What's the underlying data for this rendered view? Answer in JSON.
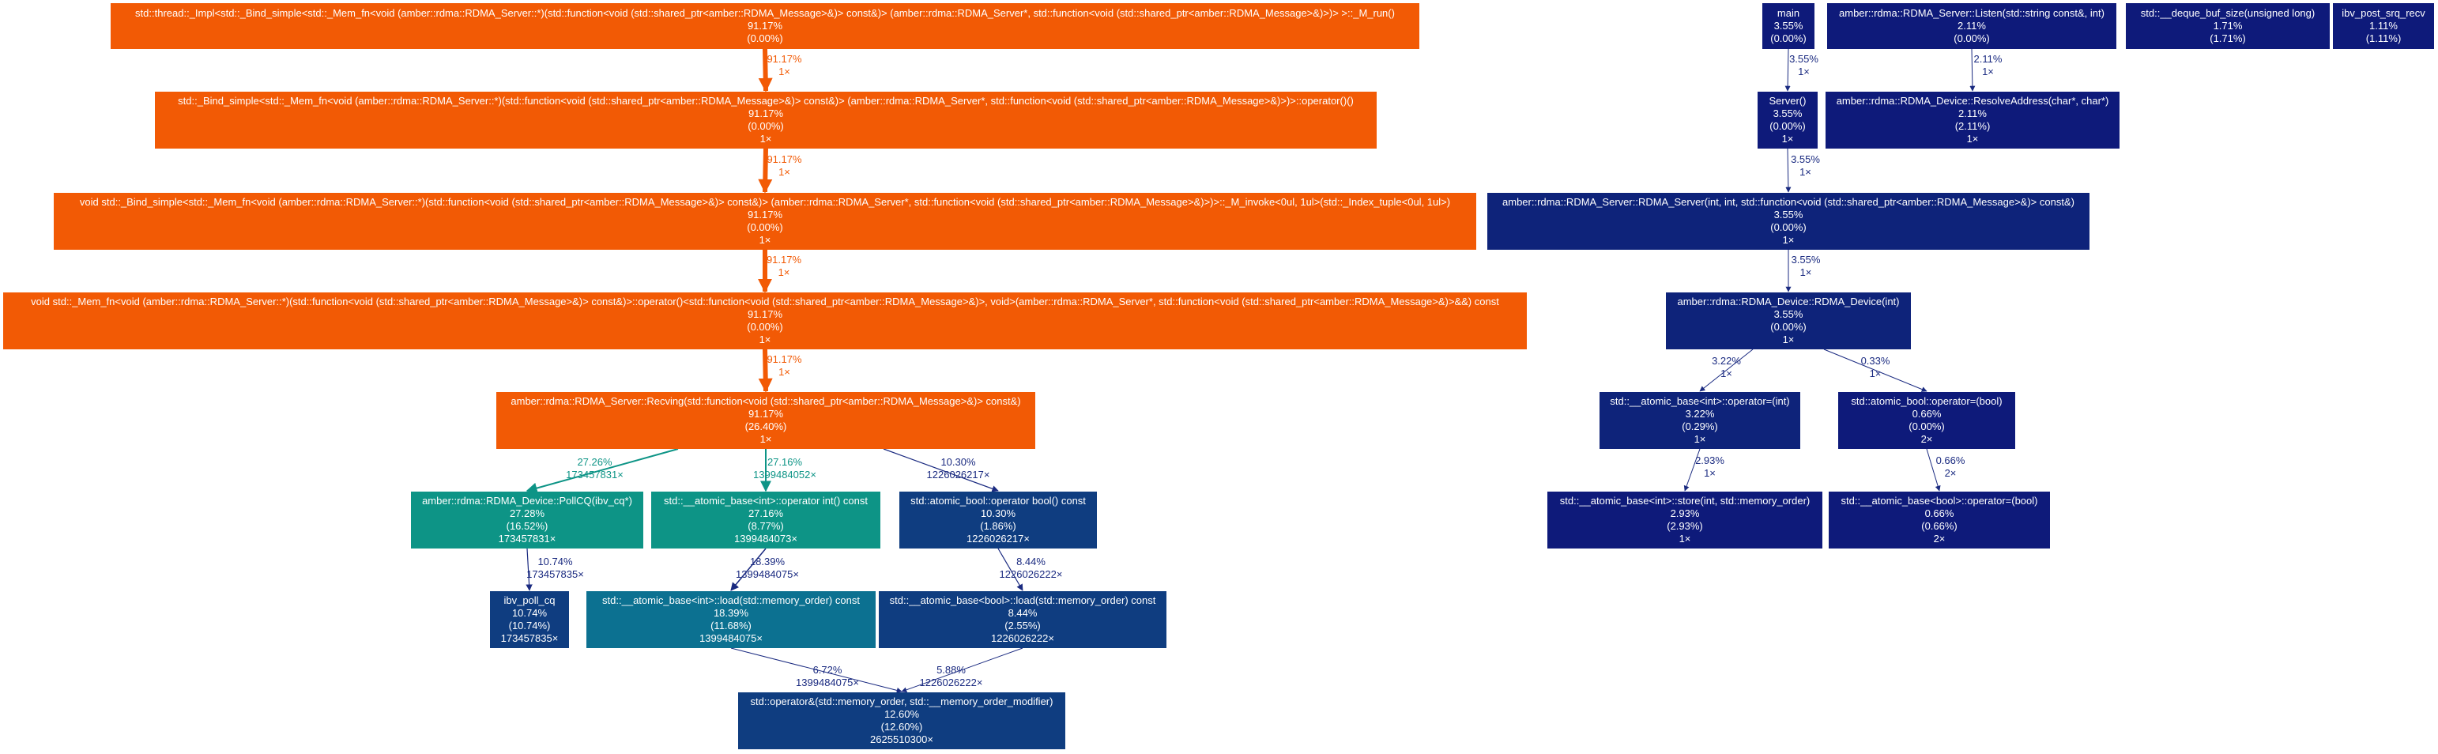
{
  "colors": {
    "hot": "#f25a05",
    "teal": "#0d9486",
    "teal_dark": "#0c7191",
    "blue_mid": "#0f3d80",
    "blue_dark": "#0e1a7a",
    "navy": "#0e237a",
    "edge_hot": "#f25a05",
    "edge_teal": "#0d9486",
    "edge_blue": "#1a2a80"
  },
  "nodes": [
    {
      "id": "n_thread_impl",
      "name": "thread-impl-run-node",
      "title": "std::thread::_Impl<std::_Bind_simple<std::_Mem_fn<void (amber::rdma::RDMA_Server::*)(std::function<void (std::shared_ptr<amber::RDMA_Message>&)> const&)> (amber::rdma::RDMA_Server*, std::function<void (std::shared_ptr<amber::RDMA_Message>&)>)> >::_M_run()",
      "total": "91.17%",
      "self": "(0.00%)",
      "calls": ""
    },
    {
      "id": "n_bind_op",
      "name": "bind-simple-operator-node",
      "title": "std::_Bind_simple<std::_Mem_fn<void (amber::rdma::RDMA_Server::*)(std::function<void (std::shared_ptr<amber::RDMA_Message>&)> const&)> (amber::rdma::RDMA_Server*, std::function<void (std::shared_ptr<amber::RDMA_Message>&)>)>::operator()()",
      "total": "91.17%",
      "self": "(0.00%)",
      "calls": "1×"
    },
    {
      "id": "n_bind_invoke",
      "name": "bind-simple-invoke-node",
      "title": "void std::_Bind_simple<std::_Mem_fn<void (amber::rdma::RDMA_Server::*)(std::function<void (std::shared_ptr<amber::RDMA_Message>&)> const&)> (amber::rdma::RDMA_Server*, std::function<void (std::shared_ptr<amber::RDMA_Message>&)>)>::_M_invoke<0ul, 1ul>(std::_Index_tuple<0ul, 1ul>)",
      "total": "91.17%",
      "self": "(0.00%)",
      "calls": "1×"
    },
    {
      "id": "n_memfn",
      "name": "mem-fn-operator-node",
      "title": "void std::_Mem_fn<void (amber::rdma::RDMA_Server::*)(std::function<void (std::shared_ptr<amber::RDMA_Message>&)> const&)>::operator()<std::function<void (std::shared_ptr<amber::RDMA_Message>&)>, void>(amber::rdma::RDMA_Server*, std::function<void (std::shared_ptr<amber::RDMA_Message>&)>&&) const",
      "total": "91.17%",
      "self": "(0.00%)",
      "calls": "1×"
    },
    {
      "id": "n_recving",
      "name": "rdma-server-recving-node",
      "title": "amber::rdma::RDMA_Server::Recving(std::function<void (std::shared_ptr<amber::RDMA_Message>&)> const&)",
      "total": "91.17%",
      "self": "(26.40%)",
      "calls": "1×"
    },
    {
      "id": "n_pollcq",
      "name": "rdma-device-pollcq-node",
      "title": "amber::rdma::RDMA_Device::PollCQ(ibv_cq*)",
      "total": "27.28%",
      "self": "(16.52%)",
      "calls": "173457831×"
    },
    {
      "id": "n_atomic_int_op",
      "name": "atomic-base-int-operator-node",
      "title": "std::__atomic_base<int>::operator int() const",
      "total": "27.16%",
      "self": "(8.77%)",
      "calls": "1399484073×"
    },
    {
      "id": "n_atomic_bool_op",
      "name": "atomic-bool-operator-node",
      "title": "std::atomic_bool::operator bool() const",
      "total": "10.30%",
      "self": "(1.86%)",
      "calls": "1226026217×"
    },
    {
      "id": "n_ibv_poll_cq",
      "name": "ibv-poll-cq-node",
      "title": "ibv_poll_cq",
      "total": "10.74%",
      "self": "(10.74%)",
      "calls": "173457835×"
    },
    {
      "id": "n_atomic_int_load",
      "name": "atomic-base-int-load-node",
      "title": "std::__atomic_base<int>::load(std::memory_order) const",
      "total": "18.39%",
      "self": "(11.68%)",
      "calls": "1399484075×"
    },
    {
      "id": "n_atomic_bool_load",
      "name": "atomic-base-bool-load-node",
      "title": "std::__atomic_base<bool>::load(std::memory_order) const",
      "total": "8.44%",
      "self": "(2.55%)",
      "calls": "1226026222×"
    },
    {
      "id": "n_mo_and",
      "name": "memory-order-and-operator-node",
      "title": "std::operator&(std::memory_order, std::__memory_order_modifier)",
      "total": "12.60%",
      "self": "(12.60%)",
      "calls": "2625510300×"
    },
    {
      "id": "n_main",
      "name": "main-node",
      "title": "main",
      "total": "3.55%",
      "self": "(0.00%)",
      "calls": ""
    },
    {
      "id": "n_listen",
      "name": "rdma-server-listen-node",
      "title": "amber::rdma::RDMA_Server::Listen(std::string const&, int)",
      "total": "2.11%",
      "self": "(0.00%)",
      "calls": ""
    },
    {
      "id": "n_deque_buf",
      "name": "deque-buf-size-node",
      "title": "std::__deque_buf_size(unsigned long)",
      "total": "1.71%",
      "self": "(1.71%)",
      "calls": ""
    },
    {
      "id": "n_ibv_post_srq",
      "name": "ibv-post-srq-recv-node",
      "title": "ibv_post_srq_recv",
      "total": "1.11%",
      "self": "(1.11%)",
      "calls": ""
    },
    {
      "id": "n_server",
      "name": "server-constructor-node",
      "title": "Server()",
      "total": "3.55%",
      "self": "(0.00%)",
      "calls": "1×"
    },
    {
      "id": "n_resolve",
      "name": "rdma-device-resolve-address-node",
      "title": "amber::rdma::RDMA_Device::ResolveAddress(char*, char*)",
      "total": "2.11%",
      "self": "(2.11%)",
      "calls": "1×"
    },
    {
      "id": "n_rdma_server_ctor",
      "name": "rdma-server-constructor-node",
      "title": "amber::rdma::RDMA_Server::RDMA_Server(int, int, std::function<void (std::shared_ptr<amber::RDMA_Message>&)> const&)",
      "total": "3.55%",
      "self": "(0.00%)",
      "calls": "1×"
    },
    {
      "id": "n_rdma_device_ctor",
      "name": "rdma-device-constructor-node",
      "title": "amber::rdma::RDMA_Device::RDMA_Device(int)",
      "total": "3.55%",
      "self": "(0.00%)",
      "calls": "1×"
    },
    {
      "id": "n_atomic_int_assign",
      "name": "atomic-base-int-assign-node",
      "title": "std::__atomic_base<int>::operator=(int)",
      "total": "3.22%",
      "self": "(0.29%)",
      "calls": "1×"
    },
    {
      "id": "n_atomic_bool_assign",
      "name": "atomic-bool-assign-node",
      "title": "std::atomic_bool::operator=(bool)",
      "total": "0.66%",
      "self": "(0.00%)",
      "calls": "2×"
    },
    {
      "id": "n_atomic_int_store",
      "name": "atomic-base-int-store-node",
      "title": "std::__atomic_base<int>::store(int, std::memory_order)",
      "total": "2.93%",
      "self": "(2.93%)",
      "calls": "1×"
    },
    {
      "id": "n_atomic_basebool_assign",
      "name": "atomic-base-bool-assign-node",
      "title": "std::__atomic_base<bool>::operator=(bool)",
      "total": "0.66%",
      "self": "(0.66%)",
      "calls": "2×"
    }
  ],
  "edges": [
    {
      "from": "n_thread_impl",
      "to": "n_bind_op",
      "pct": "91.17%",
      "calls": "1×"
    },
    {
      "from": "n_bind_op",
      "to": "n_bind_invoke",
      "pct": "91.17%",
      "calls": "1×"
    },
    {
      "from": "n_bind_invoke",
      "to": "n_memfn",
      "pct": "91.17%",
      "calls": "1×"
    },
    {
      "from": "n_memfn",
      "to": "n_recving",
      "pct": "91.17%",
      "calls": "1×"
    },
    {
      "from": "n_recving",
      "to": "n_pollcq",
      "pct": "27.26%",
      "calls": "173457831×"
    },
    {
      "from": "n_recving",
      "to": "n_atomic_int_op",
      "pct": "27.16%",
      "calls": "1399484052×"
    },
    {
      "from": "n_recving",
      "to": "n_atomic_bool_op",
      "pct": "10.30%",
      "calls": "1226026217×"
    },
    {
      "from": "n_pollcq",
      "to": "n_ibv_poll_cq",
      "pct": "10.74%",
      "calls": "173457835×"
    },
    {
      "from": "n_atomic_int_op",
      "to": "n_atomic_int_load",
      "pct": "18.39%",
      "calls": "1399484075×"
    },
    {
      "from": "n_atomic_bool_op",
      "to": "n_atomic_bool_load",
      "pct": "8.44%",
      "calls": "1226026222×"
    },
    {
      "from": "n_atomic_int_load",
      "to": "n_mo_and",
      "pct": "6.72%",
      "calls": "1399484075×"
    },
    {
      "from": "n_atomic_bool_load",
      "to": "n_mo_and",
      "pct": "5.88%",
      "calls": "1226026222×"
    },
    {
      "from": "n_main",
      "to": "n_server",
      "pct": "3.55%",
      "calls": "1×"
    },
    {
      "from": "n_listen",
      "to": "n_resolve",
      "pct": "2.11%",
      "calls": "1×"
    },
    {
      "from": "n_server",
      "to": "n_rdma_server_ctor",
      "pct": "3.55%",
      "calls": "1×"
    },
    {
      "from": "n_rdma_server_ctor",
      "to": "n_rdma_device_ctor",
      "pct": "3.55%",
      "calls": "1×"
    },
    {
      "from": "n_rdma_device_ctor",
      "to": "n_atomic_int_assign",
      "pct": "3.22%",
      "calls": "1×"
    },
    {
      "from": "n_rdma_device_ctor",
      "to": "n_atomic_bool_assign",
      "pct": "0.33%",
      "calls": "1×"
    },
    {
      "from": "n_atomic_int_assign",
      "to": "n_atomic_int_store",
      "pct": "2.93%",
      "calls": "1×"
    },
    {
      "from": "n_atomic_bool_assign",
      "to": "n_atomic_basebool_assign",
      "pct": "0.66%",
      "calls": "2×"
    }
  ]
}
